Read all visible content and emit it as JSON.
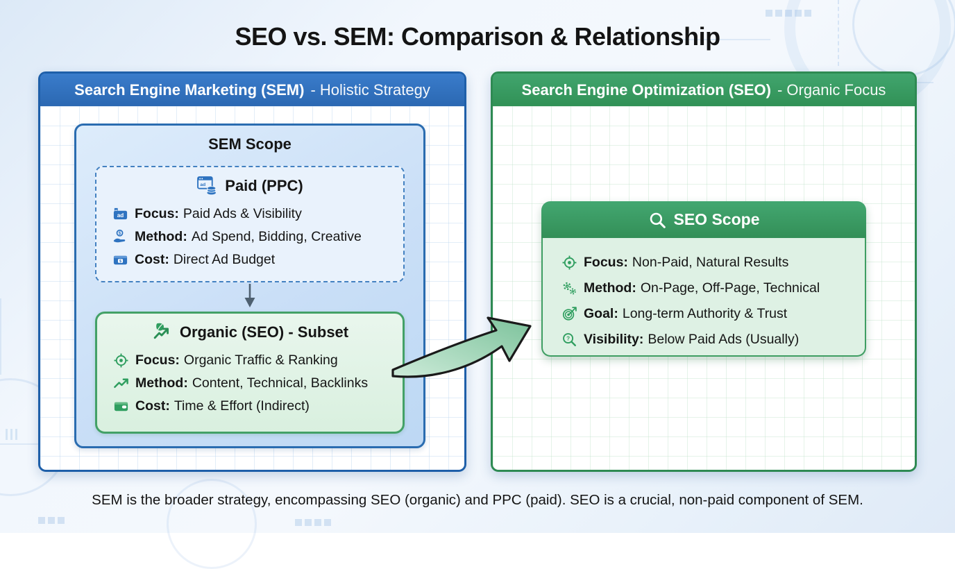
{
  "title": "SEO vs. SEM: Comparison & Relationship",
  "footer": "SEM is the broader strategy, encompassing SEO (organic) and PPC (paid). SEO is a crucial, non-paid component of SEM.",
  "colors": {
    "sem_blue": "#2f72be",
    "sem_border": "#1e5fa9",
    "seo_green": "#38a169",
    "seo_border": "#2e8a53",
    "icon_blue": "#2e73c0",
    "icon_green": "#2f9e5f"
  },
  "icons": {
    "ad_text": "ad",
    "dollar": "$",
    "question_mark": "?"
  },
  "sem_panel": {
    "header_title": "Search Engine Marketing (SEM)",
    "header_subtitle": "- Holistic Strategy",
    "scope_title": "SEM Scope",
    "paid_box": {
      "title": "Paid (PPC)",
      "rows": [
        {
          "label": "Focus:",
          "text": "Paid Ads & Visibility"
        },
        {
          "label": "Method:",
          "text": "Ad Spend, Bidding, Creative"
        },
        {
          "label": "Cost:",
          "text": "Direct Ad Budget"
        }
      ]
    },
    "organic_box": {
      "title": "Organic (SEO) - Subset",
      "rows": [
        {
          "label": "Focus:",
          "text": "Organic Traffic & Ranking"
        },
        {
          "label": "Method:",
          "text": "Content, Technical, Backlinks"
        },
        {
          "label": "Cost:",
          "text": "Time & Effort (Indirect)"
        }
      ]
    }
  },
  "seo_panel": {
    "header_title": "Search Engine Optimization (SEO)",
    "header_subtitle": "- Organic Focus",
    "scope_title": "SEO Scope",
    "rows": [
      {
        "label": "Focus:",
        "text": "Non-Paid, Natural Results"
      },
      {
        "label": "Method:",
        "text": "On-Page, Off-Page, Technical"
      },
      {
        "label": "Goal:",
        "text": "Long-term Authority & Trust"
      },
      {
        "label": "Visibility:",
        "text": "Below Paid Ads (Usually)"
      }
    ]
  }
}
